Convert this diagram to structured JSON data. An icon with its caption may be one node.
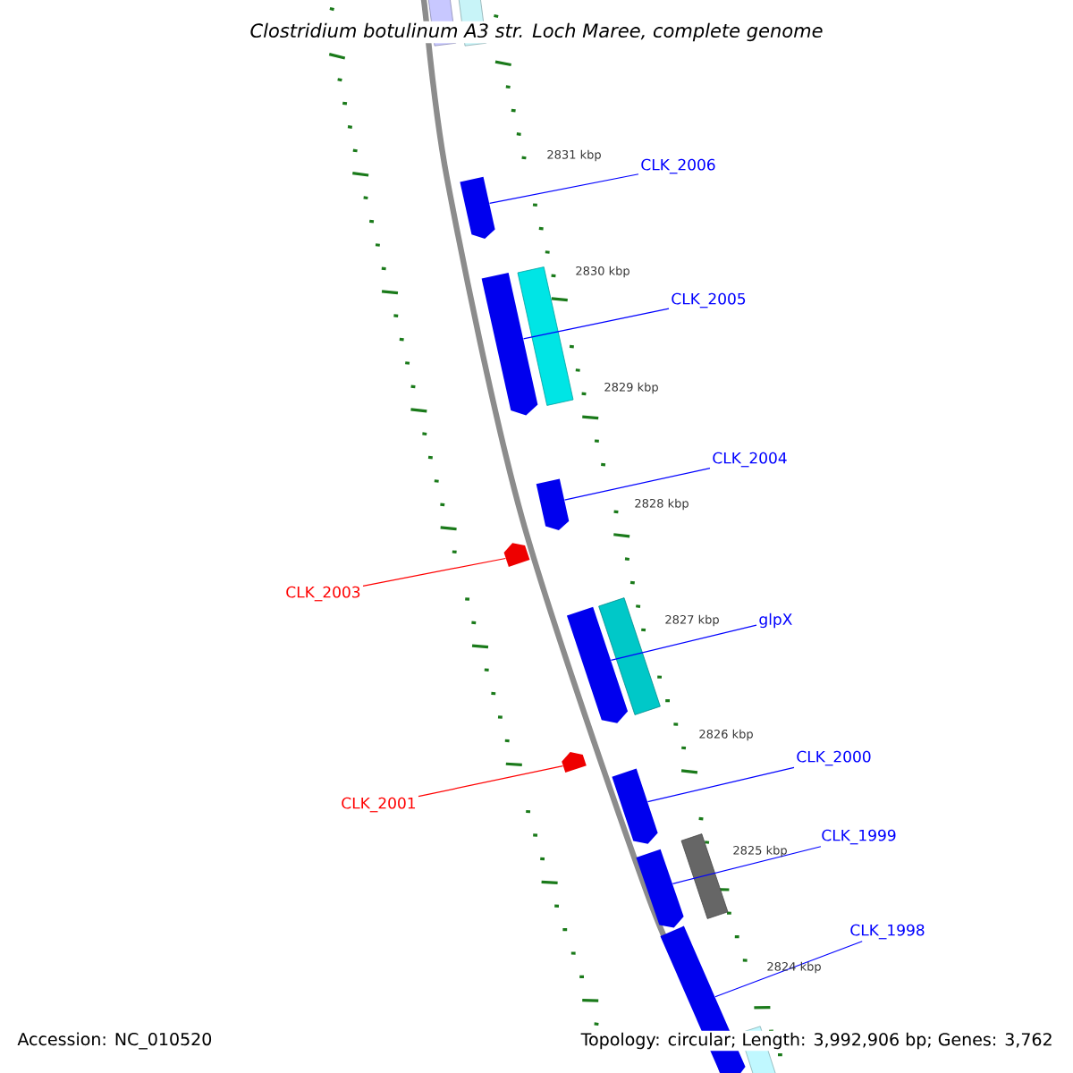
{
  "diagram": {
    "title": "Clostridium botulinum A3 str. Loch Maree, complete genome",
    "nodes": [
      {
        "text": [],
        "shape": "arrow"
      },
      {
        "text": [
          "CLK_2006"
        ]
      },
      {
        "text": [],
        "shape": "arrow"
      },
      {
        "text": [
          "CLK_2005"
        ]
      },
      {
        "text": [],
        "shape": "arrow"
      },
      {
        "text": [
          "CLK_2004"
        ]
      },
      {
        "text": [],
        "shape": "arrow"
      },
      {
        "text": [
          "CLK_2003"
        ]
      },
      {
        "text": [],
        "shape": "arrow"
      },
      {
        "text": [
          "glpX"
        ]
      },
      {
        "text": [],
        "shape": "arrow"
      },
      {
        "text": [
          "CLK_2001"
        ]
      },
      {
        "text": [],
        "shape": "arrow"
      },
      {
        "text": [
          "CLK_2000"
        ]
      },
      {
        "text": [],
        "shape": "arrow"
      },
      {
        "text": [
          "CLK_1999"
        ]
      },
      {
        "text": [],
        "shape": "arrow"
      },
      {
        "text": [
          "CLK_1998"
        ]
      },
      {
        "text": [],
        "shape": "bar"
      },
      {
        "text": [],
        "shape": "bar"
      },
      {
        "text": [],
        "shape": "bar"
      },
      {
        "text": [],
        "shape": "bar"
      },
      {
        "text": [],
        "shape": "bar"
      },
      {
        "text": [],
        "shape": "bar"
      }
    ],
    "edges": [
      {
        "from": 1,
        "to": 0,
        "arrow": "none"
      },
      {
        "from": 3,
        "to": 2,
        "arrow": "none"
      },
      {
        "from": 5,
        "to": 4,
        "arrow": "none"
      },
      {
        "from": 7,
        "to": 6,
        "arrow": "none",
        "color": "#ff0000"
      },
      {
        "from": 9,
        "to": 8,
        "arrow": "none"
      },
      {
        "from": 11,
        "to": 10,
        "arrow": "none",
        "color": "#ff0000"
      },
      {
        "from": 13,
        "to": 12,
        "arrow": "none"
      },
      {
        "from": 15,
        "to": 14,
        "arrow": "none"
      },
      {
        "from": 17,
        "to": 16,
        "arrow": "none"
      }
    ],
    "labels": [
      "2831 kbp",
      "2830 kbp",
      "2829 kbp",
      "2828 kbp",
      "2827 kbp",
      "2826 kbp",
      "2825 kbp",
      "2824 kbp",
      "Accession: NC_010520",
      "Topology: circular; Length: 3,992,906 bp; Genes: 3,762"
    ]
  }
}
